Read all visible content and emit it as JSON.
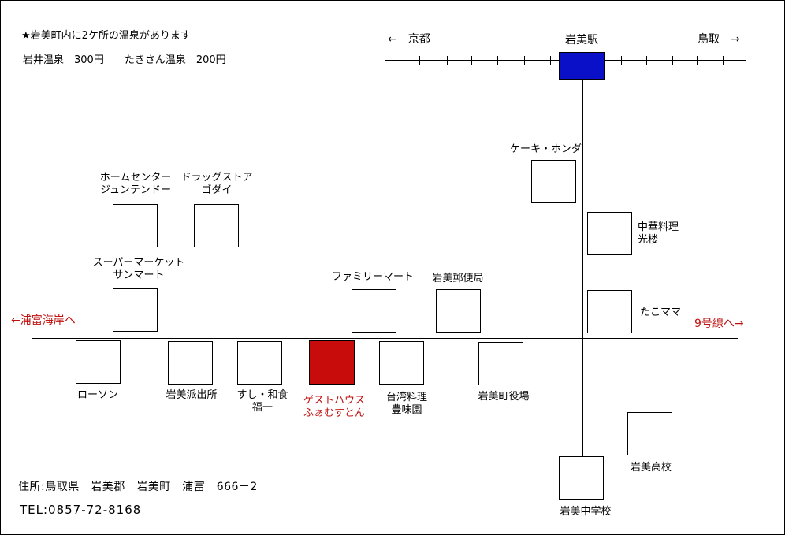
{
  "info": {
    "line1": "★岩美町内に2ケ所の温泉があります",
    "line2": "岩井温泉　300円　　たきさん温泉　200円"
  },
  "railway": {
    "west_label": "←　京都",
    "east_label": "鳥取　→",
    "station": "岩美駅"
  },
  "directions": {
    "west": "←浦富海岸へ",
    "east": "9号線へ→"
  },
  "places": {
    "home_center": [
      "ホームセンター",
      "ジュンテンドー"
    ],
    "drugstore": [
      "ドラッグストア",
      "ゴダイ"
    ],
    "supermarket": [
      "スーパーマーケット",
      "サンマート"
    ],
    "family_mart": "ファミリーマート",
    "post_office": "岩美郵便局",
    "cake": "ケーキ・ホンダ",
    "chinese": [
      "中華料理",
      "光楼"
    ],
    "tako": "たこママ",
    "lawson": "ローソン",
    "police": "岩美派出所",
    "sushi": [
      "すし・和食",
      "福一"
    ],
    "guesthouse": [
      "ゲストハウス",
      "ふぁむすとん"
    ],
    "taiwan": [
      "台湾料理",
      "豊味園"
    ],
    "town_hall": "岩美町役場",
    "high_school": "岩美高校",
    "junior_high": "岩美中学校"
  },
  "footer": {
    "address": "住所:鳥取県　岩美郡　岩美町　浦富　666－2",
    "tel": "TEL:0857-72-8168"
  },
  "colors": {
    "station": "#0a10c8",
    "guesthouse": "#c80c0c",
    "highlight_text": "#c0110f"
  }
}
